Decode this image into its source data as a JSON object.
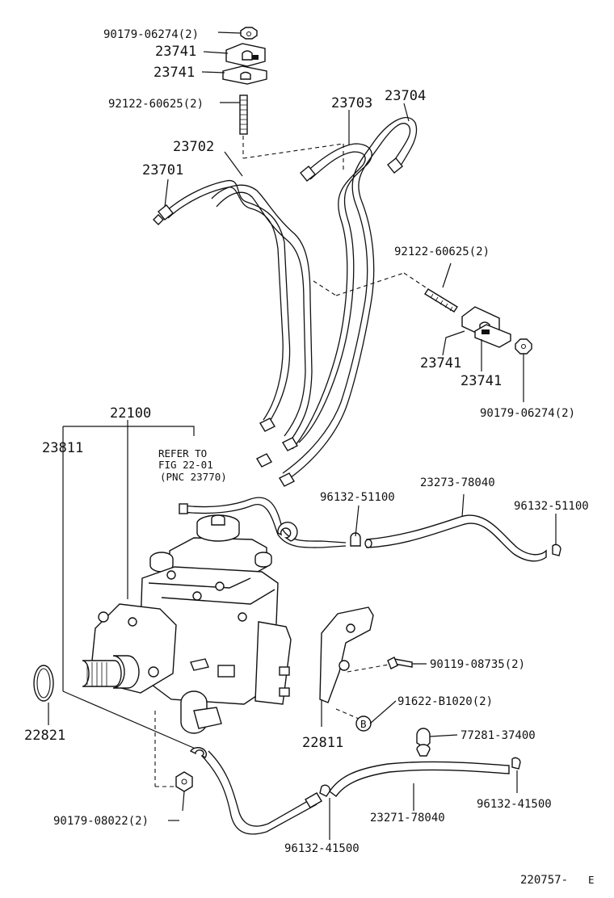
{
  "labels": {
    "nut_top": "90179-06274(2)",
    "clamp_top_a": "23741",
    "clamp_top_b": "23741",
    "stud_top": "92122-60625(2)",
    "pipe_23703": "23703",
    "pipe_23704": "23704",
    "pipe_23702": "23702",
    "pipe_23701": "23701",
    "stud_mid": "92122-60625(2)",
    "clamp_mid_a": "23741",
    "clamp_mid_b": "23741",
    "nut_mid": "90179-06274(2)",
    "pump_assy": "22100",
    "oring_group": "23811",
    "refer_line1": "REFER TO",
    "refer_line2": "FIG 22-01",
    "refer_line3": "(PNC 23770)",
    "clip_1": "96132-51100",
    "hose_upper": "23273-78040",
    "clip_2": "96132-51100",
    "bolt": "90119-08735(2)",
    "washer": "91622-B1020(2)",
    "washer_mark": "B",
    "oring": "22821",
    "bracket": "22811",
    "clamp_small": "77281-37400",
    "nut_bottom": "90179-08022(2)",
    "hose_lower": "23271-78040",
    "clip_3": "96132-41500",
    "clip_4": "96132-41500",
    "diagram_id": "220757-",
    "diagram_suffix": "E"
  }
}
